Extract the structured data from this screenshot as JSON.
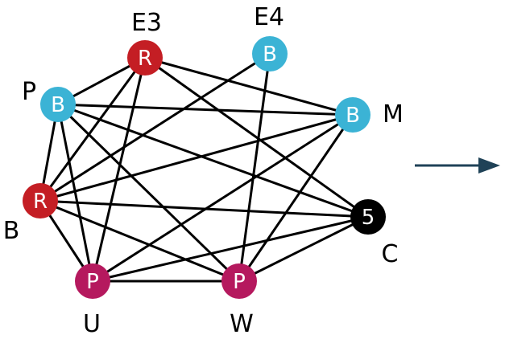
{
  "colors": {
    "blue": "#3bb3d5",
    "red": "#c41e24",
    "magenta": "#b5195e",
    "black": "#000000",
    "arrow": "#1f4257"
  },
  "nodes": [
    {
      "id": "E3",
      "letter": "R",
      "label": "E3",
      "color": "red"
    },
    {
      "id": "E4",
      "letter": "B",
      "label": "E4",
      "color": "blue"
    },
    {
      "id": "P",
      "letter": "B",
      "label": "P",
      "color": "blue"
    },
    {
      "id": "M",
      "letter": "B",
      "label": "M",
      "color": "blue"
    },
    {
      "id": "B",
      "letter": "R",
      "label": "B",
      "color": "red"
    },
    {
      "id": "C",
      "letter": "5",
      "label": "C",
      "color": "black"
    },
    {
      "id": "U",
      "letter": "P",
      "label": "U",
      "color": "magenta"
    },
    {
      "id": "W",
      "letter": "P",
      "label": "W",
      "color": "magenta"
    }
  ],
  "edges": [
    [
      "P",
      "E3"
    ],
    [
      "P",
      "M"
    ],
    [
      "P",
      "C"
    ],
    [
      "P",
      "W"
    ],
    [
      "P",
      "U"
    ],
    [
      "P",
      "B"
    ],
    [
      "E3",
      "C"
    ],
    [
      "E3",
      "U"
    ],
    [
      "E3",
      "B"
    ],
    [
      "E3",
      "M"
    ],
    [
      "E4",
      "B"
    ],
    [
      "E4",
      "W"
    ],
    [
      "M",
      "B"
    ],
    [
      "M",
      "U"
    ],
    [
      "M",
      "W"
    ],
    [
      "B",
      "C"
    ],
    [
      "B",
      "U"
    ],
    [
      "B",
      "W"
    ],
    [
      "C",
      "U"
    ],
    [
      "C",
      "W"
    ],
    [
      "U",
      "W"
    ]
  ],
  "arrow": {
    "name": "right-arrow",
    "direction": "right"
  }
}
